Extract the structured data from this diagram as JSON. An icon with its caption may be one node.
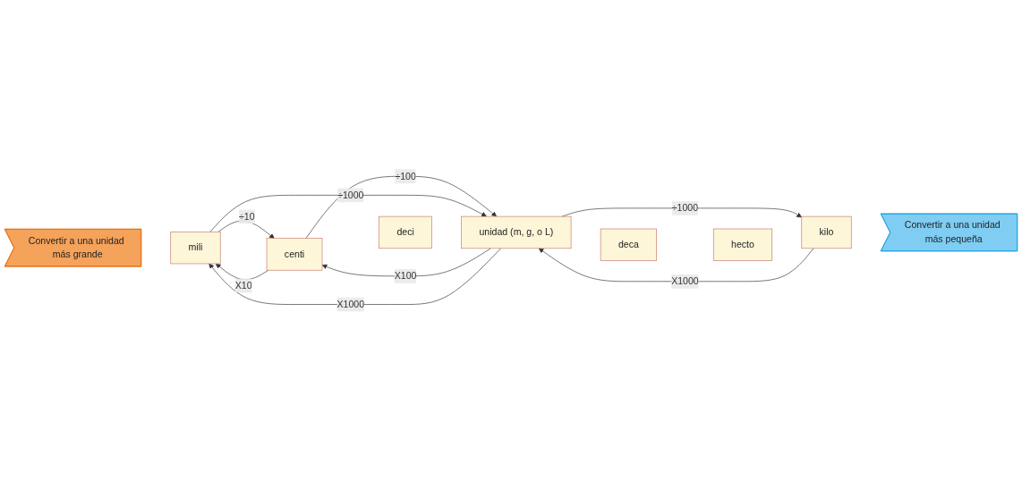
{
  "diagram": {
    "nodes": [
      {
        "text": [
          "mili"
        ]
      },
      {
        "text": [
          "centi"
        ]
      },
      {
        "text": [
          "deci"
        ]
      },
      {
        "text": [
          "unidad (m, g, o L)"
        ]
      },
      {
        "text": [
          "deca"
        ]
      },
      {
        "text": [
          "hecto"
        ]
      },
      {
        "text": [
          "kilo"
        ]
      },
      {
        "text": [
          "Convertir a una unidad más grande"
        ]
      },
      {
        "text": [
          "Convertir a una unidad más pequeña"
        ]
      }
    ],
    "edges": [
      {
        "from": 0,
        "to": 1,
        "arrow": "to",
        "label": "÷10"
      },
      {
        "from": 1,
        "to": 3,
        "arrow": "to",
        "label": "÷100"
      },
      {
        "from": 0,
        "to": 3,
        "arrow": "to",
        "label": "÷1000"
      },
      {
        "from": 3,
        "to": 6,
        "arrow": "to",
        "label": "÷1000"
      },
      {
        "from": 1,
        "to": 0,
        "arrow": "to",
        "label": "X10"
      },
      {
        "from": 3,
        "to": 1,
        "arrow": "to",
        "label": "X100"
      },
      {
        "from": 3,
        "to": 0,
        "arrow": "to",
        "label": "X1000"
      },
      {
        "from": 6,
        "to": 3,
        "arrow": "to",
        "label": "X1000"
      }
    ]
  }
}
